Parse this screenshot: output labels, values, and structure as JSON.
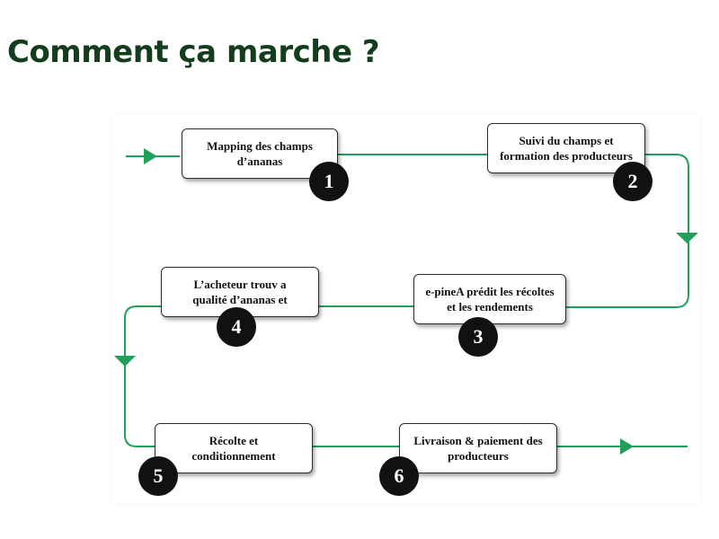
{
  "title": "Comment ça marche ?",
  "colors": {
    "title": "#133d1d",
    "line": "#21a05a",
    "badge": "#111111"
  },
  "steps": [
    {
      "number": "1",
      "line1": "Mapping des champs",
      "line2": "d’ananas"
    },
    {
      "number": "2",
      "line1": "Suivi du champs et",
      "line2": "formation des producteurs"
    },
    {
      "number": "3",
      "line1": "e-pineA prédit les récoltes",
      "line2": "et les rendements"
    },
    {
      "number": "4",
      "line1": "L’acheteur trouv    a",
      "line2": "qualité d’ananas et"
    },
    {
      "number": "5",
      "line1": "Récolte et",
      "line2": "conditionnement"
    },
    {
      "number": "6",
      "line1": "Livraison & paiement des",
      "line2": "producteurs"
    }
  ]
}
